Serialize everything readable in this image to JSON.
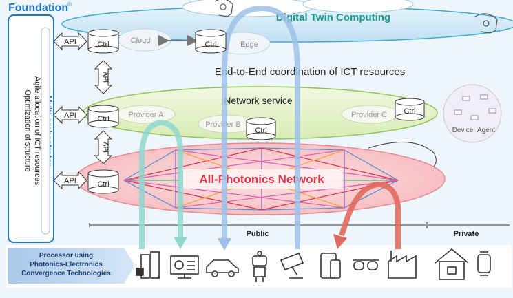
{
  "header": {
    "foundation": "Foundation",
    "registered": "®"
  },
  "left_panel": {
    "title": "Multi-orchestrator",
    "line1": "Agile allocation of ICT resources",
    "line2": "Optimization of structure"
  },
  "api_label": "API",
  "ctrl_label": "Ctrl",
  "layers": {
    "digital_twin": "Digital Twin Computing",
    "coordination": "End-to-End coordination of ICT resources",
    "network_service": "Network service",
    "photonics": "All-Photonics Network"
  },
  "nodes": {
    "cloud": "Cloud",
    "edge": "Edge",
    "provider_a": "Provider A",
    "provider_b": "Provider B",
    "provider_c": "Provider C",
    "device": "Device",
    "agent": "Agent"
  },
  "scale": {
    "public": "Public",
    "private": "Private"
  },
  "processor": {
    "line1": "Processor using",
    "line2": "Photonics-Electronics",
    "line3": "Convergence Technologies"
  },
  "colors": {
    "accent_blue": "#1f78c1",
    "teal_title": "#1a9a8c",
    "photonics_red": "#e0334d",
    "arrow_teal": "#8fd7cf",
    "arrow_blue": "#9fc1e8",
    "arrow_red": "#e06a5e"
  }
}
